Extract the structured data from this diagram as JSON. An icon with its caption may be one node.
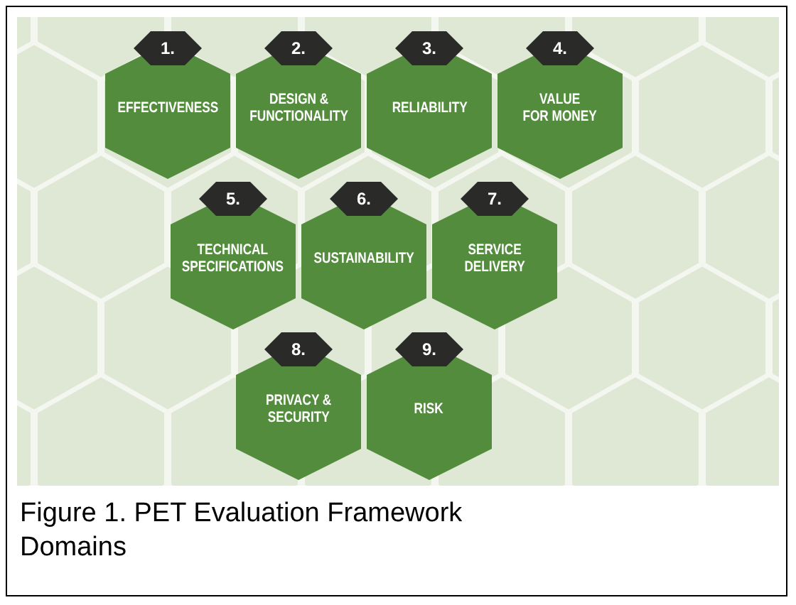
{
  "diagram": {
    "caption": "Figure 1. PET Evaluation Framework Domains",
    "nodes": [
      {
        "text": [
          "1.",
          "EFFECTIVENESS"
        ]
      },
      {
        "text": [
          "2.",
          "DESIGN & FUNCTIONALITY"
        ]
      },
      {
        "text": [
          "3.",
          "RELIABILITY"
        ]
      },
      {
        "text": [
          "4.",
          "VALUE FOR MONEY"
        ]
      },
      {
        "text": [
          "5.",
          "TECHNICAL SPECIFICATIONS"
        ]
      },
      {
        "text": [
          "6.",
          "SUSTAINABILITY"
        ]
      },
      {
        "text": [
          "7.",
          "SERVICE DELIVERY"
        ]
      },
      {
        "text": [
          "8.",
          "PRIVACY & SECURITY"
        ]
      },
      {
        "text": [
          "9.",
          "RISK"
        ]
      }
    ],
    "edges": []
  }
}
